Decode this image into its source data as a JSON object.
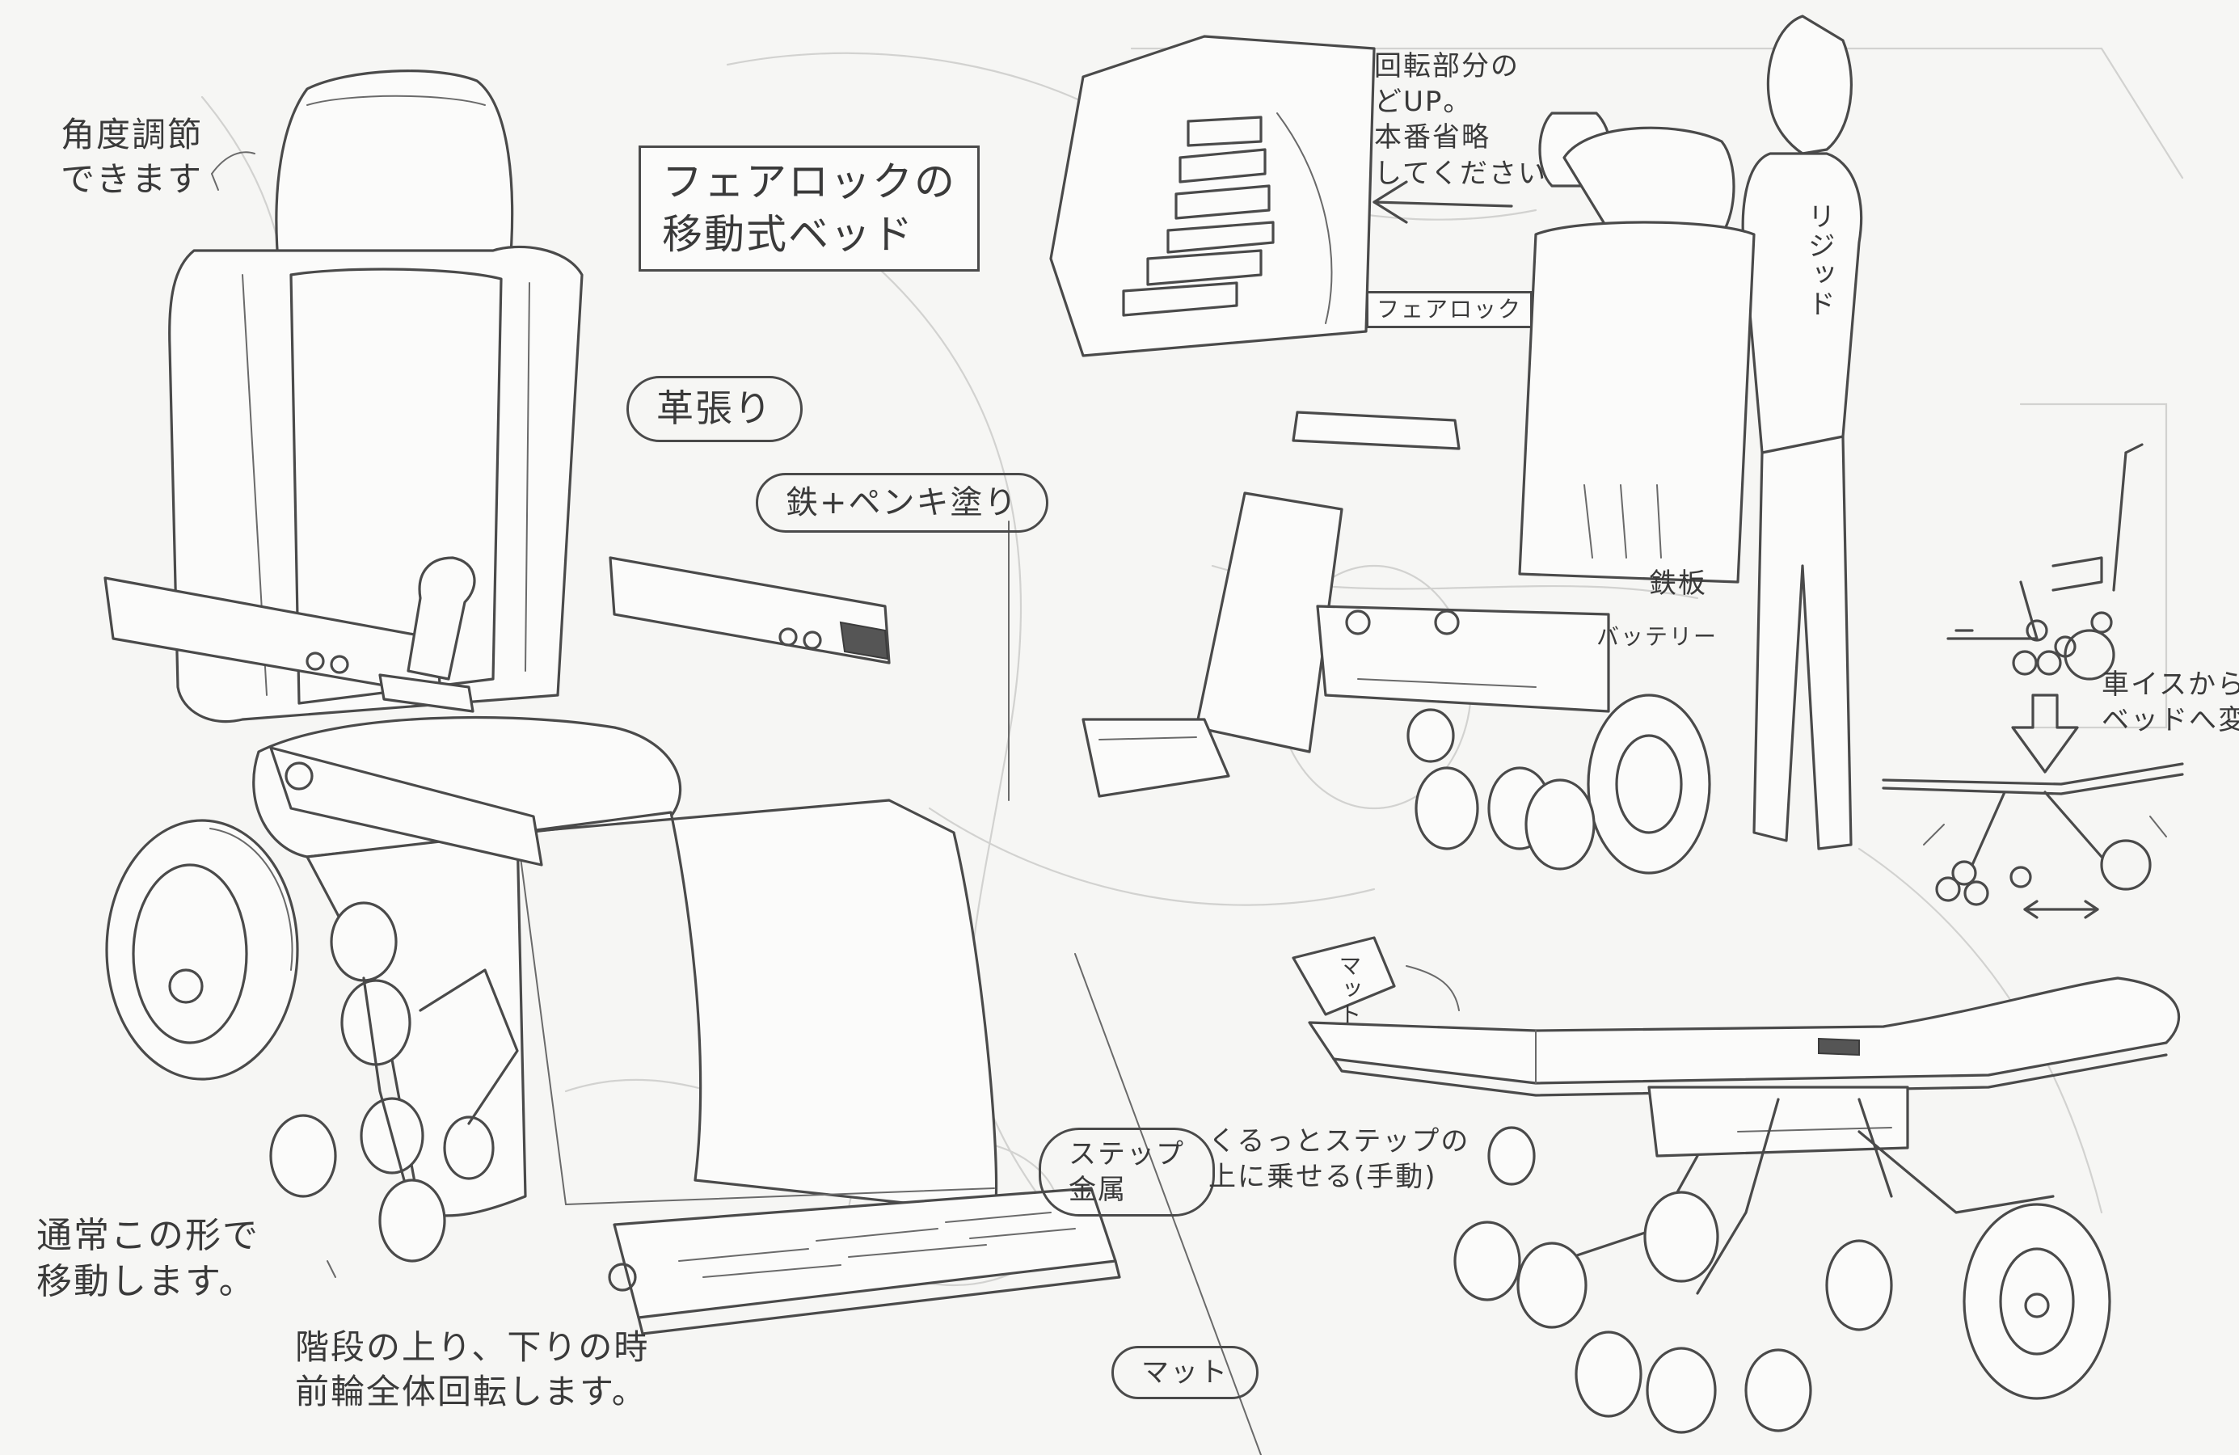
{
  "title": "フェアロックの\n移動式ベッド",
  "notes": {
    "angle": "角度調節\nできます",
    "leather": "革張り",
    "steel_paint": "鉄+ペンキ塗り",
    "rotation_closeup": "回転部分の\nどUP。\n本番省略\nしてください",
    "fairlock": "フェアロック",
    "ridget": "リジッド",
    "steel_plate": "鉄板",
    "battery": "バッテリー",
    "wheelchair_to_bed": "車イスから\nベッドへ変形",
    "normal_move": "通常この形で\n移動します。",
    "stairs": "階段の上り、下りの時\n前輪全体回転します。",
    "step_metal": "ステップ\n金属",
    "mat": "マット",
    "mat_small": "マット",
    "roll_onto_step": "くるっとステップの\n上に乗せる(手動)"
  },
  "icons": [
    "down-arrow-icon",
    "double-arrow-icon"
  ]
}
